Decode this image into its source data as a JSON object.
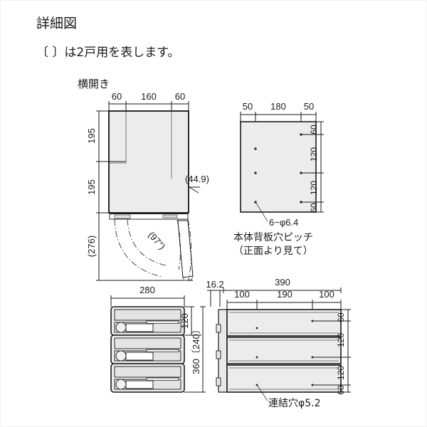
{
  "document": {
    "title": "詳細図",
    "note": "〔  〕は2戸用を表します。"
  },
  "views": {
    "side_open": {
      "label": "横開き",
      "top_dims": [
        "60",
        "160",
        "60"
      ],
      "left_dims": [
        "195",
        "195",
        "(276)"
      ],
      "right_dim": "(44.9)",
      "angle": "(97°)"
    },
    "back_plate": {
      "top_dims": [
        "50",
        "180",
        "50"
      ],
      "right_dims": [
        "60",
        "120",
        "120",
        "60"
      ],
      "hole_label": "6−φ6.4",
      "caption_line1": "本体背板穴ピッチ",
      "caption_line2": "（正面より見て）"
    },
    "front": {
      "width_dim": "280",
      "unit_dim": "120",
      "total_dim": "360〔240〕",
      "depth_dim": "16.2"
    },
    "side": {
      "overall_dim": "390",
      "top_dims": [
        "100",
        "190",
        "100"
      ],
      "right_dims": [
        "60",
        "120",
        "120",
        "60"
      ],
      "hole_label": "連結穴φ5.2"
    }
  },
  "colors": {
    "line": "#1a1a1a",
    "panel": "#ececec",
    "inner": "#e4e4e4",
    "background": "#ffffff"
  }
}
